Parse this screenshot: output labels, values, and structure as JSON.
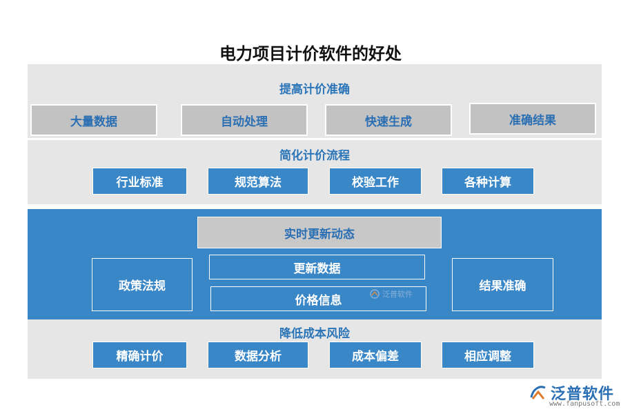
{
  "title": "电力项目计价软件的好处",
  "section1": {
    "label": "提高计价准确",
    "items": [
      "大量数据",
      "自动处理",
      "快速生成",
      "准确结果"
    ]
  },
  "section2": {
    "label": "简化计价流程",
    "items": [
      "行业标准",
      "规范算法",
      "校验工作",
      "各种计算"
    ]
  },
  "section3": {
    "center_title": "实时更新动态",
    "center_items": [
      "更新数据",
      "价格信息"
    ],
    "left": "政策法规",
    "right": "结果准确"
  },
  "section4": {
    "label": "降低成本风险",
    "items": [
      "精确计价",
      "数据分析",
      "成本偏差",
      "相应调整"
    ]
  },
  "watermark": "泛普软件",
  "brand": {
    "name": "泛普软件",
    "url": "www.fanpusoft.com"
  },
  "colors": {
    "blue": "#3a87c8",
    "gray": "#e6e6e6",
    "text_blue": "#2a74b8"
  }
}
